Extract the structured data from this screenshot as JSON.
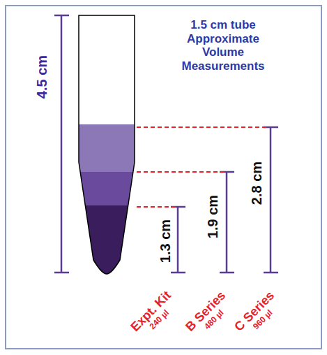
{
  "diagram": {
    "title": "1.5 cm tube Approximate Volume Measurements",
    "labels": [
      "4.5 cm",
      "1.3 cm",
      "1.9 cm",
      "2.8 cm",
      "Expt. Kit",
      "240 µl",
      "B Series",
      "480 µl",
      "C Series",
      "960 µl"
    ]
  }
}
